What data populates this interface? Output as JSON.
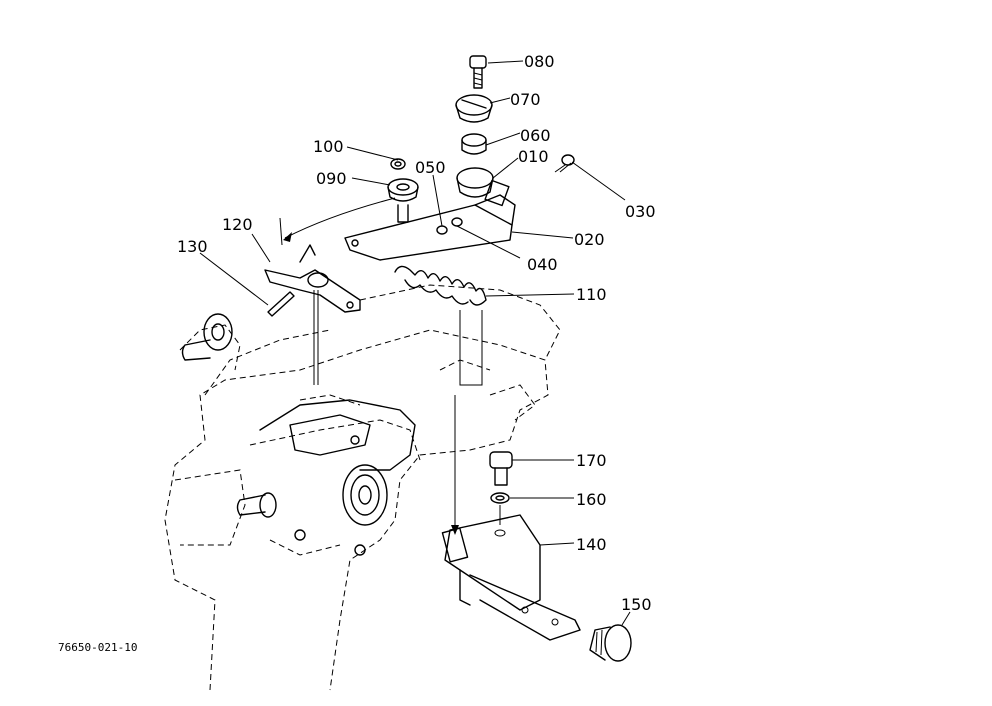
{
  "parts": [
    {
      "id": "p010",
      "label": "010"
    },
    {
      "id": "p020",
      "label": "020"
    },
    {
      "id": "p030",
      "label": "030"
    },
    {
      "id": "p040",
      "label": "040"
    },
    {
      "id": "p050",
      "label": "050"
    },
    {
      "id": "p060",
      "label": "060"
    },
    {
      "id": "p070",
      "label": "070"
    },
    {
      "id": "p080",
      "label": "080"
    },
    {
      "id": "p090",
      "label": "090"
    },
    {
      "id": "p100",
      "label": "100"
    },
    {
      "id": "p110",
      "label": "110"
    },
    {
      "id": "p120",
      "label": "120"
    },
    {
      "id": "p130",
      "label": "130"
    },
    {
      "id": "p140",
      "label": "140"
    },
    {
      "id": "p150",
      "label": "150"
    },
    {
      "id": "p160",
      "label": "160"
    },
    {
      "id": "p170",
      "label": "170"
    }
  ],
  "figure_code": "76650-021-10"
}
